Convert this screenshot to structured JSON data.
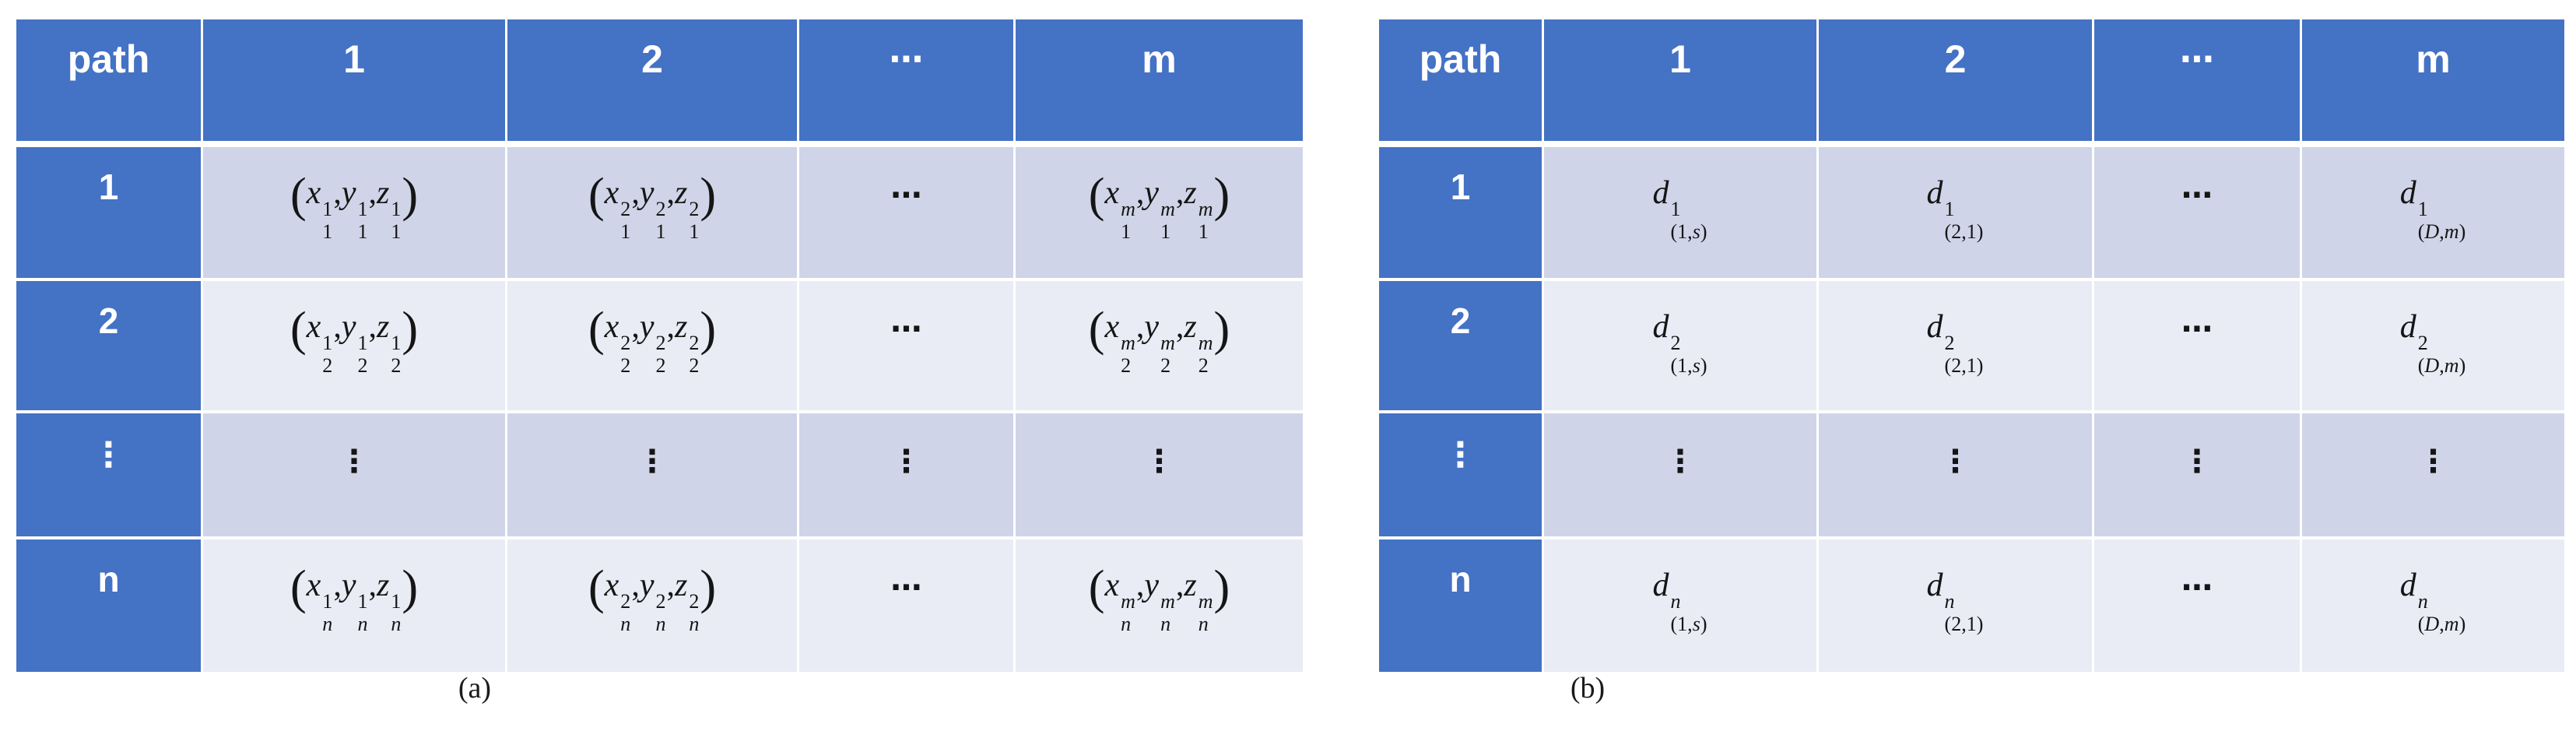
{
  "colors": {
    "header_fill": "#4472C4",
    "band_dark": "#CFD4E8",
    "band_light": "#E9EBF5",
    "header_text": "#FFFFFF",
    "math_text": "#151515",
    "caption_text": "#1A1A1A",
    "border": "#FFFFFF"
  },
  "tables": [
    {
      "caption": "(a)",
      "headers": [
        "path",
        "1",
        "2",
        "⋯",
        "m"
      ],
      "rows": [
        {
          "label": "1",
          "cells": [
            {
              "type": "tuple",
              "parts": [
                {
                  "base": "x",
                  "sup": "1",
                  "sub": "1"
                },
                {
                  "base": "y",
                  "sup": "1",
                  "sub": "1"
                },
                {
                  "base": "z",
                  "sup": "1",
                  "sub": "1"
                }
              ]
            },
            {
              "type": "tuple",
              "parts": [
                {
                  "base": "x",
                  "sup": "2",
                  "sub": "1"
                },
                {
                  "base": "y",
                  "sup": "2",
                  "sub": "1"
                },
                {
                  "base": "z",
                  "sup": "2",
                  "sub": "1"
                }
              ]
            },
            {
              "type": "cdots",
              "text": "⋯"
            },
            {
              "type": "tuple",
              "parts": [
                {
                  "base": "x",
                  "sup": "m",
                  "sub": "1"
                },
                {
                  "base": "y",
                  "sup": "m",
                  "sub": "1"
                },
                {
                  "base": "z",
                  "sup": "m",
                  "sub": "1"
                }
              ]
            }
          ]
        },
        {
          "label": "2",
          "cells": [
            {
              "type": "tuple",
              "parts": [
                {
                  "base": "x",
                  "sup": "1",
                  "sub": "2"
                },
                {
                  "base": "y",
                  "sup": "1",
                  "sub": "2"
                },
                {
                  "base": "z",
                  "sup": "1",
                  "sub": "2"
                }
              ]
            },
            {
              "type": "tuple",
              "parts": [
                {
                  "base": "x",
                  "sup": "2",
                  "sub": "2"
                },
                {
                  "base": "y",
                  "sup": "2",
                  "sub": "2"
                },
                {
                  "base": "z",
                  "sup": "2",
                  "sub": "2"
                }
              ]
            },
            {
              "type": "cdots",
              "text": "⋯"
            },
            {
              "type": "tuple",
              "parts": [
                {
                  "base": "x",
                  "sup": "m",
                  "sub": "2"
                },
                {
                  "base": "y",
                  "sup": "m",
                  "sub": "2"
                },
                {
                  "base": "z",
                  "sup": "m",
                  "sub": "2"
                }
              ]
            }
          ]
        },
        {
          "label": "⋮",
          "cells": [
            {
              "type": "vdots",
              "text": "⋮"
            },
            {
              "type": "vdots",
              "text": "⋮"
            },
            {
              "type": "vdots",
              "text": "⋮"
            },
            {
              "type": "vdots",
              "text": "⋮"
            }
          ]
        },
        {
          "label": "n",
          "cells": [
            {
              "type": "tuple",
              "parts": [
                {
                  "base": "x",
                  "sup": "1",
                  "sub": "n"
                },
                {
                  "base": "y",
                  "sup": "1",
                  "sub": "n"
                },
                {
                  "base": "z",
                  "sup": "1",
                  "sub": "n"
                }
              ]
            },
            {
              "type": "tuple",
              "parts": [
                {
                  "base": "x",
                  "sup": "2",
                  "sub": "n"
                },
                {
                  "base": "y",
                  "sup": "2",
                  "sub": "n"
                },
                {
                  "base": "z",
                  "sup": "2",
                  "sub": "n"
                }
              ]
            },
            {
              "type": "cdots",
              "text": "⋯"
            },
            {
              "type": "tuple",
              "parts": [
                {
                  "base": "x",
                  "sup": "m",
                  "sub": "n"
                },
                {
                  "base": "y",
                  "sup": "m",
                  "sub": "n"
                },
                {
                  "base": "z",
                  "sup": "m",
                  "sub": "n"
                }
              ]
            }
          ]
        }
      ]
    },
    {
      "caption": "(b)",
      "headers": [
        "path",
        "1",
        "2",
        "⋯",
        "m"
      ],
      "rows": [
        {
          "label": "1",
          "cells": [
            {
              "type": "dsub",
              "base": "d",
              "sup": "1",
              "sub": "(1,s)"
            },
            {
              "type": "dsub",
              "base": "d",
              "sup": "1",
              "sub": "(2,1)"
            },
            {
              "type": "cdots",
              "text": "⋯"
            },
            {
              "type": "dsub",
              "base": "d",
              "sup": "1",
              "sub": "(D,m)"
            }
          ]
        },
        {
          "label": "2",
          "cells": [
            {
              "type": "dsub",
              "base": "d",
              "sup": "2",
              "sub": "(1,s)"
            },
            {
              "type": "dsub",
              "base": "d",
              "sup": "2",
              "sub": "(2,1)"
            },
            {
              "type": "cdots",
              "text": "⋯"
            },
            {
              "type": "dsub",
              "base": "d",
              "sup": "2",
              "sub": "(D,m)"
            }
          ]
        },
        {
          "label": "⋮",
          "cells": [
            {
              "type": "vdots",
              "text": "⋮"
            },
            {
              "type": "vdots",
              "text": "⋮"
            },
            {
              "type": "vdots",
              "text": "⋮"
            },
            {
              "type": "vdots",
              "text": "⋮"
            }
          ]
        },
        {
          "label": "n",
          "cells": [
            {
              "type": "dsub",
              "base": "d",
              "sup": "n",
              "sub": "(1,s)"
            },
            {
              "type": "dsub",
              "base": "d",
              "sup": "n",
              "sub": "(2,1)"
            },
            {
              "type": "cdots",
              "text": "⋯"
            },
            {
              "type": "dsub",
              "base": "d",
              "sup": "n",
              "sub": "(D,m)"
            }
          ]
        }
      ]
    }
  ]
}
